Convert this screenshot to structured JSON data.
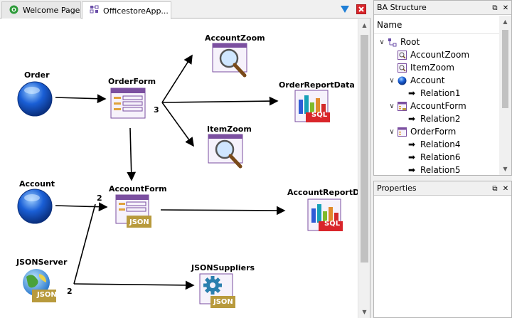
{
  "tabs": [
    {
      "label": "Welcome Page",
      "icon": "welcome-icon",
      "active": false
    },
    {
      "label": "OfficestoreApp...",
      "icon": "app-icon",
      "active": true
    }
  ],
  "canvas": {
    "nodes": {
      "order": "Order",
      "order_form": "OrderForm",
      "account_zoom": "AccountZoom",
      "item_zoom": "ItemZoom",
      "order_report_data": "OrderReportData",
      "account": "Account",
      "account_form": "AccountForm",
      "account_report_data": "AccountReportDat",
      "json_server": "JSONServer",
      "json_suppliers": "JSONSuppliers"
    },
    "edge_labels": {
      "order_form_fanout": "3",
      "account_form_in": "2",
      "json_server_out": "2"
    },
    "badges": {
      "sql": "SQL",
      "json": "JSON"
    }
  },
  "ba_structure": {
    "title": "BA Structure",
    "column_header": "Name",
    "items": [
      {
        "label": "Root",
        "icon": "root-icon",
        "level": 0,
        "expanded": true
      },
      {
        "label": "AccountZoom",
        "icon": "zoom-form-icon",
        "level": 1
      },
      {
        "label": "ItemZoom",
        "icon": "zoom-form-icon",
        "level": 1
      },
      {
        "label": "Account",
        "icon": "entity-sphere-icon",
        "level": 1,
        "expanded": true
      },
      {
        "label": "Relation1",
        "icon": "relation-arrow-icon",
        "level": 2
      },
      {
        "label": "AccountForm",
        "icon": "form-icon",
        "level": 1,
        "expanded": true
      },
      {
        "label": "Relation2",
        "icon": "relation-arrow-icon",
        "level": 2
      },
      {
        "label": "OrderForm",
        "icon": "form-icon",
        "level": 1,
        "expanded": true
      },
      {
        "label": "Relation4",
        "icon": "relation-arrow-icon",
        "level": 2
      },
      {
        "label": "Relation6",
        "icon": "relation-arrow-icon",
        "level": 2
      },
      {
        "label": "Relation5",
        "icon": "relation-arrow-icon",
        "level": 2
      }
    ]
  },
  "properties": {
    "title": "Properties"
  },
  "colors": {
    "accent": "#7b4fa0",
    "sphere": "#1a5fd6",
    "close": "#d9252a",
    "filter": "#1f7fd6"
  }
}
